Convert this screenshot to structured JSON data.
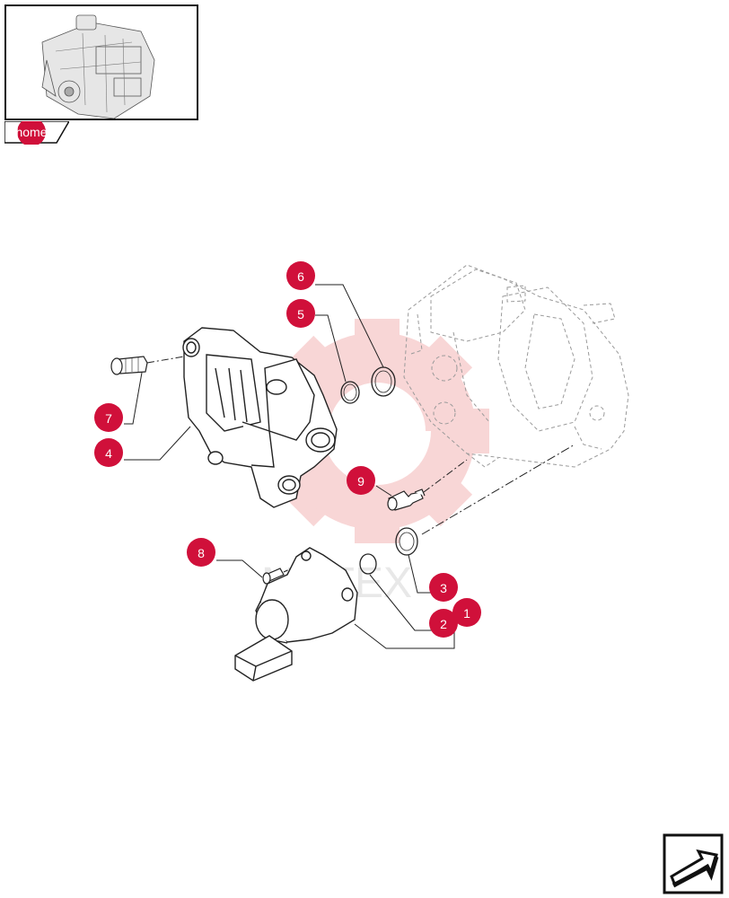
{
  "home_tab": {
    "label": "home"
  },
  "callouts": [
    {
      "label": "6"
    },
    {
      "label": "5"
    },
    {
      "label": "7"
    },
    {
      "label": "4"
    },
    {
      "label": "9"
    },
    {
      "label": "8"
    },
    {
      "label": "3"
    },
    {
      "label": "1"
    },
    {
      "label": "2"
    }
  ],
  "watermark": {
    "text": "MHTEX"
  },
  "colors": {
    "callout": "#d0103a",
    "line": "#222222",
    "ghost": "#9a9a9a",
    "watermark": "#f3b5b5"
  },
  "icons": {
    "nav": "next-page-arrow-icon",
    "thumbnail": "engine-thumbnail-icon"
  }
}
